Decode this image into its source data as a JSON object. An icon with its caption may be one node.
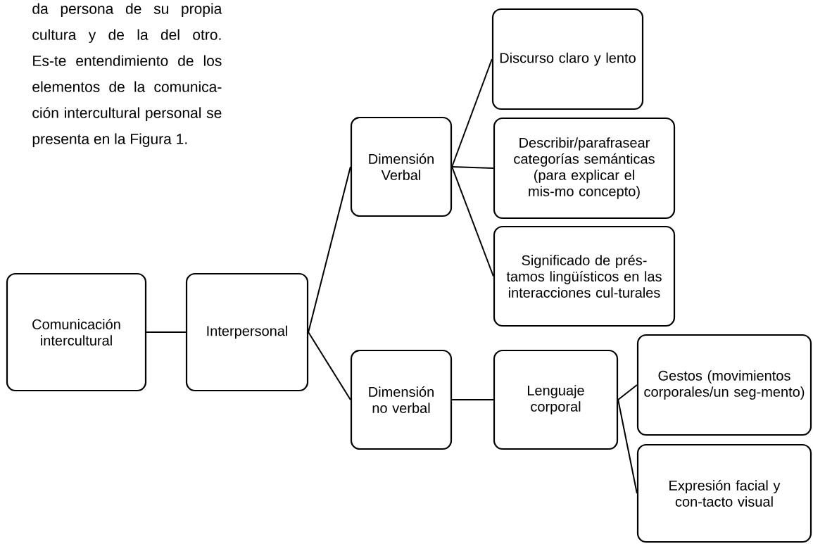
{
  "diagram": {
    "nodes": [
      {
        "text": [
          "Comunicación intercultural"
        ]
      },
      {
        "text": [
          "Interpersonal"
        ]
      },
      {
        "text": [
          "Dimensión Verbal"
        ]
      },
      {
        "text": [
          "Discurso claro y lento"
        ]
      },
      {
        "text": [
          "Describir/parafrasear categorías semánticas (para explicar el mis-mo concepto)"
        ]
      },
      {
        "text": [
          "Significado de prés-tamos lingüísticos en las interacciones cul-turales"
        ]
      },
      {
        "text": [
          "Dimensión no verbal"
        ]
      },
      {
        "text": [
          "Lenguaje corporal"
        ]
      },
      {
        "text": [
          "Gestos (movimientos corporales/un seg-mento)"
        ]
      },
      {
        "text": [
          "Expresión facial y con-tacto visual"
        ]
      }
    ],
    "edges": [
      {
        "from": 0,
        "to": 1,
        "arrow": "none"
      },
      {
        "from": 1,
        "to": 2,
        "arrow": "none"
      },
      {
        "from": 1,
        "to": 6,
        "arrow": "none"
      },
      {
        "from": 2,
        "to": 3,
        "arrow": "none"
      },
      {
        "from": 2,
        "to": 4,
        "arrow": "none"
      },
      {
        "from": 2,
        "to": 5,
        "arrow": "none"
      },
      {
        "from": 6,
        "to": 7,
        "arrow": "none"
      },
      {
        "from": 7,
        "to": 8,
        "arrow": "none"
      },
      {
        "from": 7,
        "to": 9,
        "arrow": "none"
      }
    ],
    "labels": [
      "da persona de su propia cultura y de la del otro. Es-te entendimiento de los elementos de la comunica-ción intercultural personal se presenta en la Figura 1."
    ]
  }
}
